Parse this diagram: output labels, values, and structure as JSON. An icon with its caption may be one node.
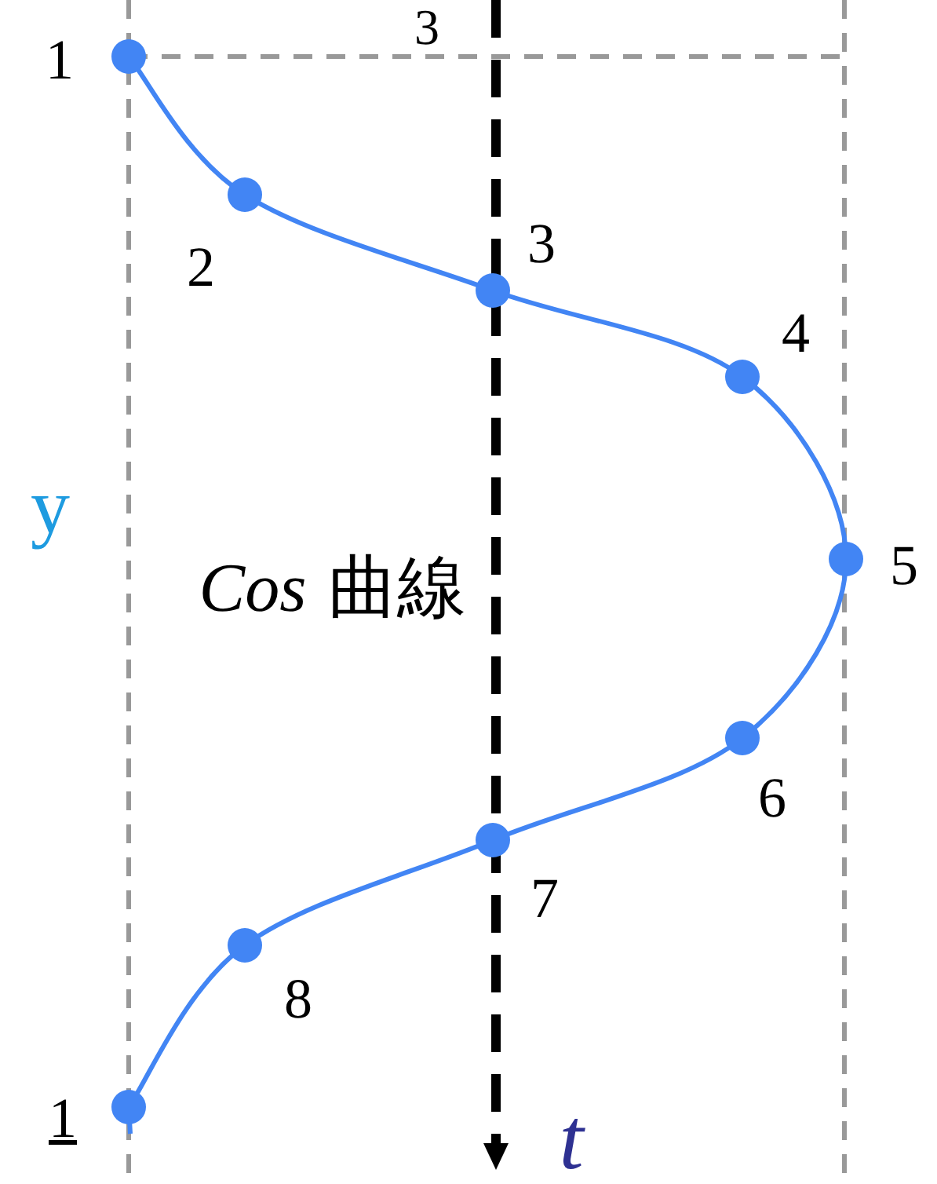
{
  "diagram": {
    "labels": [
      "3",
      "1",
      "2",
      "3",
      "4",
      "y",
      "*Cos* 曲線",
      "5",
      "6",
      "7",
      "8",
      "1",
      "t"
    ]
  }
}
